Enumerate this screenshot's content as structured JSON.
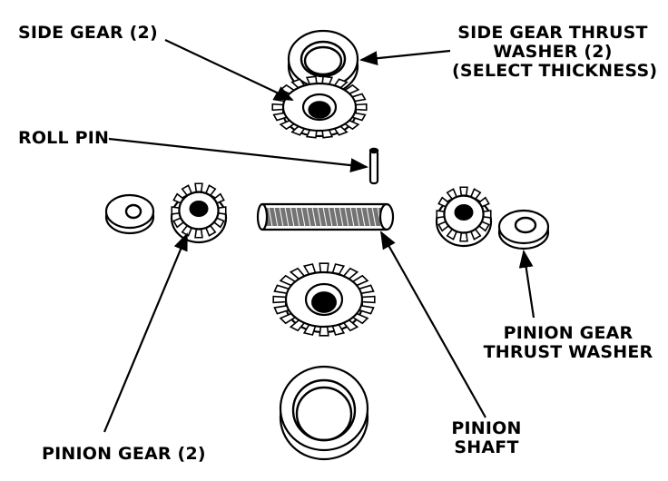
{
  "labels": {
    "side_gear": [
      "SIDE GEAR (2)"
    ],
    "side_gear_thrust_washer": [
      "SIDE GEAR THRUST",
      "WASHER (2)",
      "(SELECT THICKNESS)"
    ],
    "roll_pin": [
      "ROLL PIN"
    ],
    "pinion_gear_thrust_washer": [
      "PINION GEAR",
      "THRUST WASHER"
    ],
    "pinion_gear": [
      "PINION GEAR (2)"
    ],
    "pinion_shaft": [
      "PINION",
      "SHAFT"
    ]
  },
  "colors": {
    "ink": "#000000",
    "paper": "#ffffff"
  }
}
